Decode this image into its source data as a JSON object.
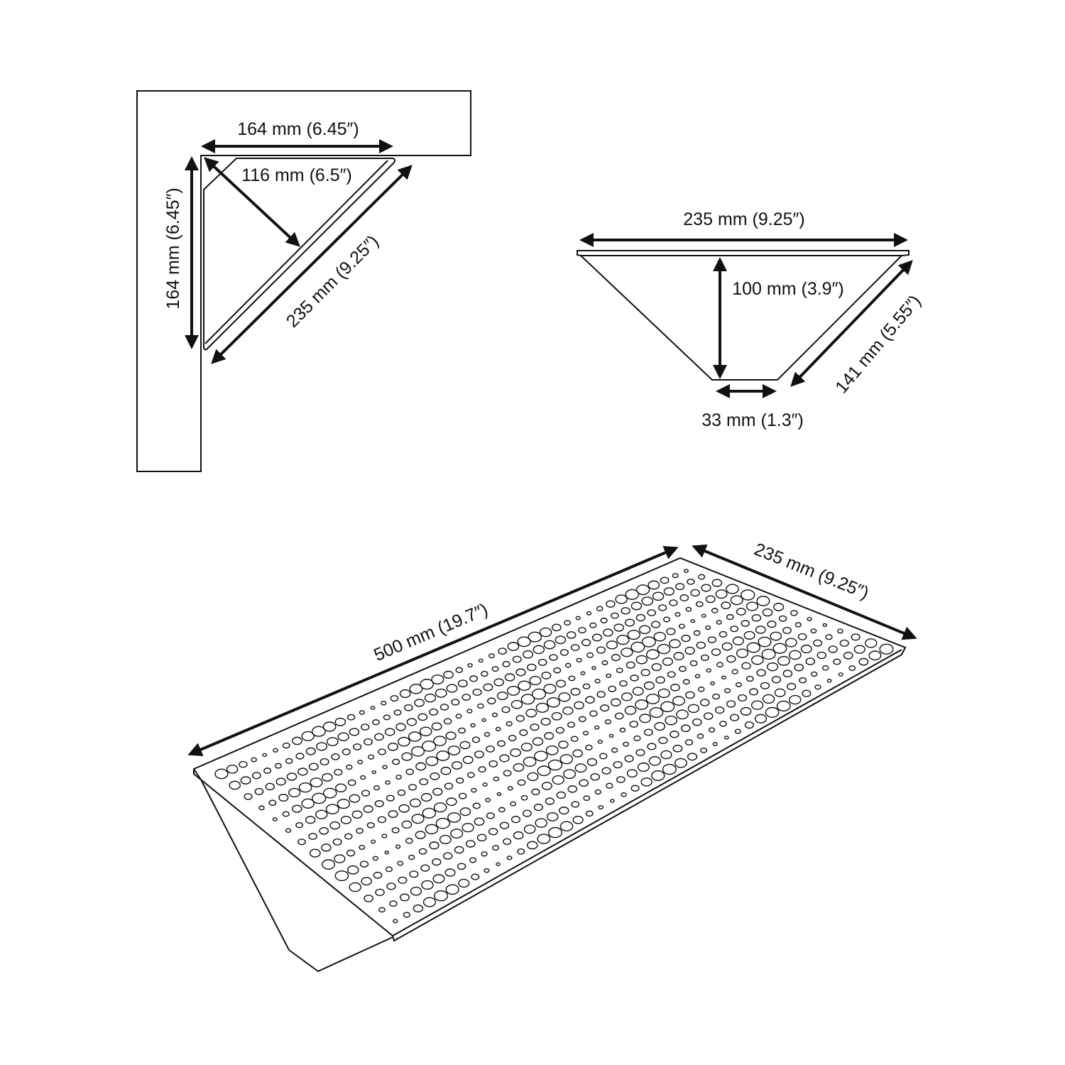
{
  "corner_view": {
    "top_width": "164 mm (6.45″)",
    "depth": "116 mm (6.5″)",
    "side_length": "164 mm (6.45″)",
    "front_edge": "235 mm (9.25″)"
  },
  "front_view": {
    "top_width": "235 mm (9.25″)",
    "height": "100 mm (3.9″)",
    "slant": "141 mm (5.55″)",
    "bottom_width": "33 mm (1.3″)"
  },
  "perspective_view": {
    "length": "500 mm (19.7″)",
    "width": "235 mm (9.25″)"
  },
  "colors": {
    "line": "#111111",
    "background": "#ffffff"
  }
}
